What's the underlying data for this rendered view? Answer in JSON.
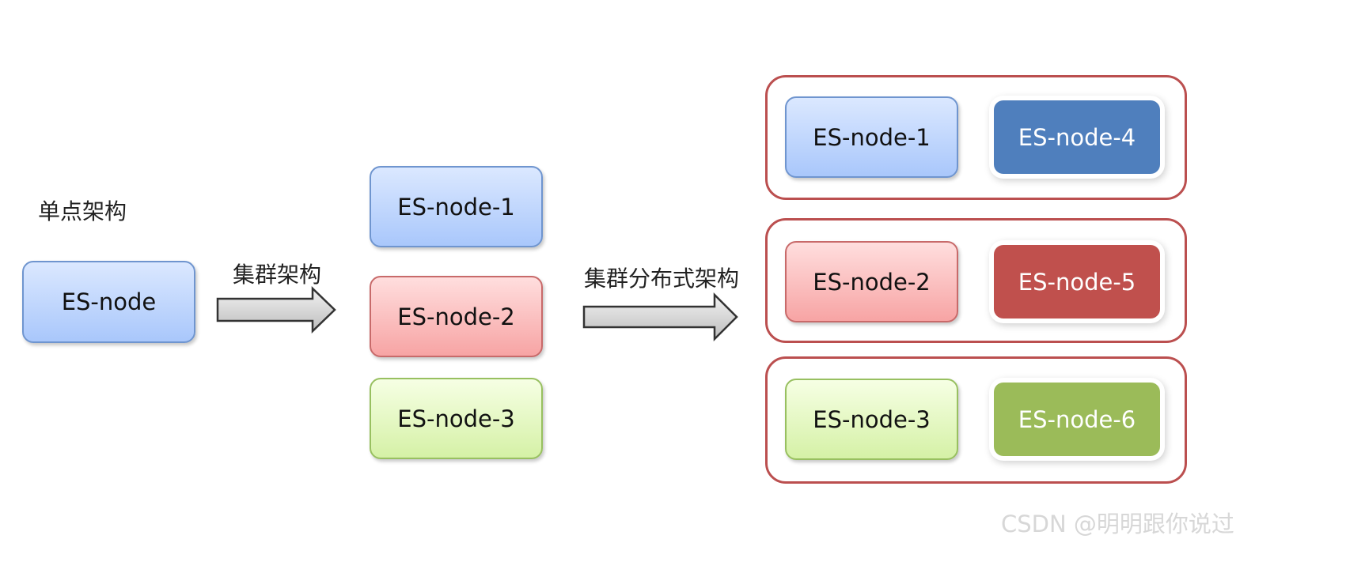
{
  "single": {
    "label": "单点架构",
    "node": "ES-node"
  },
  "cluster": {
    "label": "集群架构",
    "nodes": [
      "ES-node-1",
      "ES-node-2",
      "ES-node-3"
    ]
  },
  "distributed": {
    "label": "集群分布式架构",
    "groups": [
      {
        "primary": "ES-node-1",
        "replica": "ES-node-4"
      },
      {
        "primary": "ES-node-2",
        "replica": "ES-node-5"
      },
      {
        "primary": "ES-node-3",
        "replica": "ES-node-6"
      }
    ]
  },
  "colors": {
    "blue": "#4f7fbd",
    "red": "#c0504d",
    "green": "#9bbb59",
    "group_border": "#bb4f4f"
  },
  "watermark": "CSDN @明明跟你说过"
}
